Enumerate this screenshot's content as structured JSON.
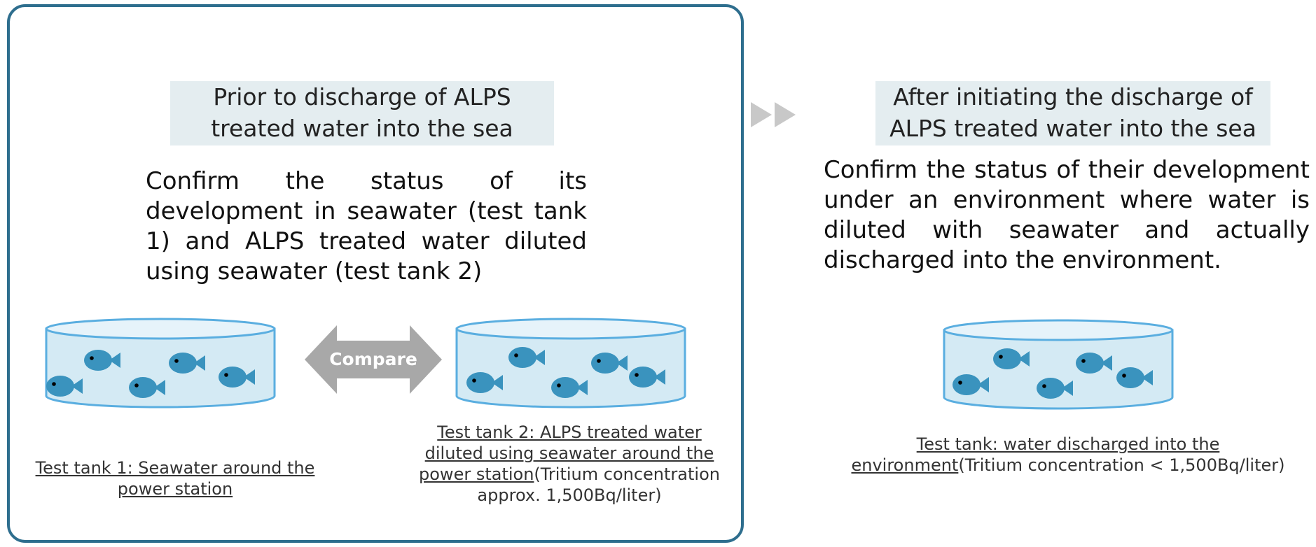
{
  "left_panel": {
    "header": "Prior to discharge of ALPS treated water into the sea",
    "header_line1": "Prior to discharge of ALPS",
    "header_line2": "treated water into the sea",
    "description": "Confirm the status of its development in seawater (test tank 1) and ALPS treated water diluted using seawater (test tank 2)",
    "compare_label": "Compare",
    "tank1_caption": "Test tank 1: Seawater around the power station",
    "tank1_caption_line1": "Test tank 1: Seawater around the",
    "tank1_caption_line2": "power station",
    "tank2_caption_underlined_line1": "Test tank 2: ALPS treated water",
    "tank2_caption_underlined_line2": "diluted using seawater around the",
    "tank2_caption_underlined_line3": "power station",
    "tank2_caption_rest_line3": "(Tritium concentration",
    "tank2_caption_rest_line4": "approx. 1,500Bq/liter)"
  },
  "right_panel": {
    "header_line1": "After initiating the discharge of",
    "header_line2": "ALPS treated water into the sea",
    "description": "Confirm the status of their development under an environment where water is diluted with seawater and actually discharged into the environment.",
    "tank_caption_underlined_line1": "Test tank: water discharged into the",
    "tank_caption_underlined_line2": "environment",
    "tank_caption_rest_line2": "(Tritium concentration < 1,500Bq/liter)"
  },
  "colors": {
    "panel_border": "#2e6e8e",
    "header_bg": "#e4edf0",
    "water": "#d4eaf4",
    "tank_outline": "#5aaee0",
    "fish": "#3a93be",
    "arrow_gray": "#a8a8a8"
  },
  "icons": [
    "fish-icon",
    "double-chevron-right-icon",
    "double-headed-arrow-icon"
  ]
}
